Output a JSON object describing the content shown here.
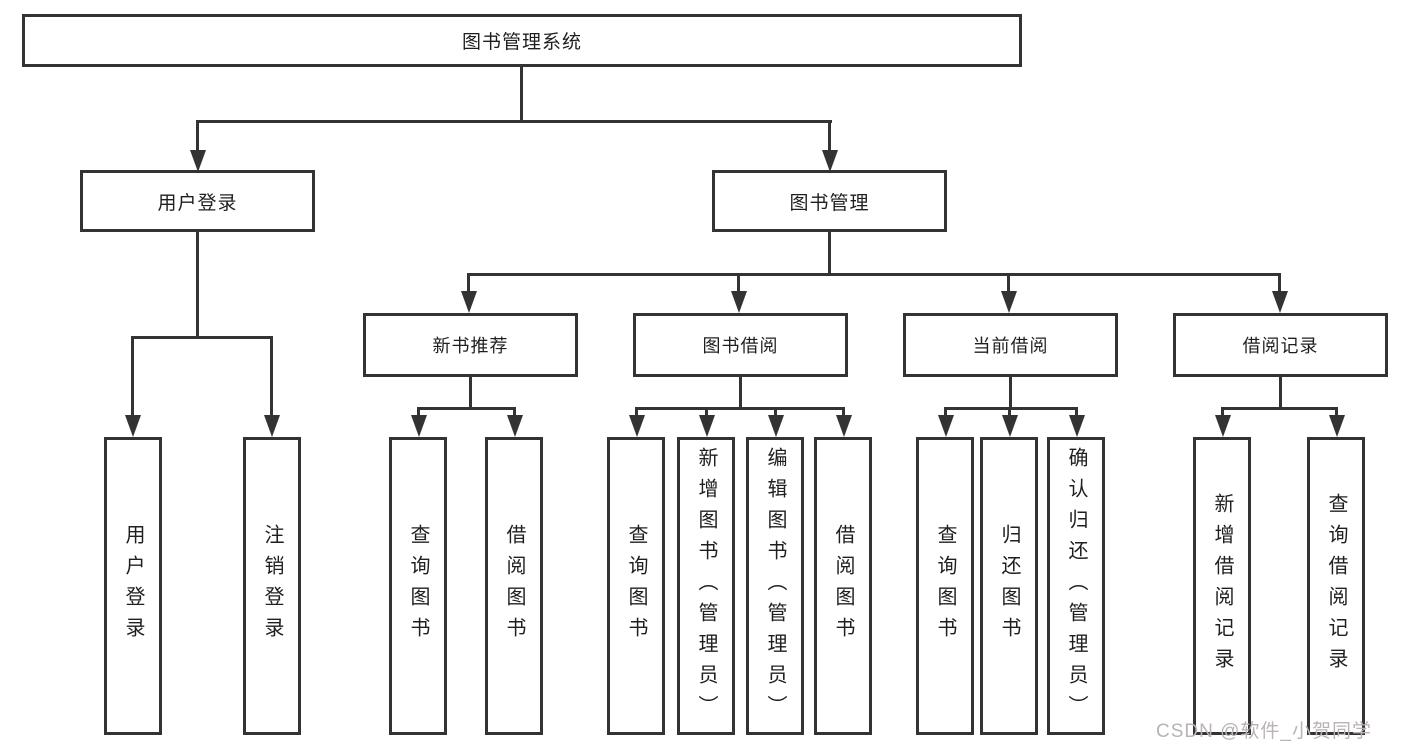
{
  "diagram": {
    "root": {
      "label": "图书管理系统"
    },
    "branches": [
      {
        "label": "用户登录",
        "children": [
          "用户登录",
          "注销登录"
        ]
      },
      {
        "label": "图书管理",
        "children": [
          {
            "label": "新书推荐",
            "children": [
              "查询图书",
              "借阅图书"
            ]
          },
          {
            "label": "图书借阅",
            "children": [
              "查询图书",
              "新增图书（管理员）",
              "编辑图书（管理员）",
              "借阅图书"
            ]
          },
          {
            "label": "当前借阅",
            "children": [
              "查询图书",
              "归还图书",
              "确认归还（管理员）"
            ]
          },
          {
            "label": "借阅记录",
            "children": [
              "新增借阅记录",
              "查询借阅记录"
            ]
          }
        ]
      }
    ]
  },
  "watermark": {
    "text": "CSDN @软件_小贺同学"
  },
  "colors": {
    "line": "#333333",
    "text": "#1f1f1f",
    "watermark": "#b9b3b3"
  }
}
